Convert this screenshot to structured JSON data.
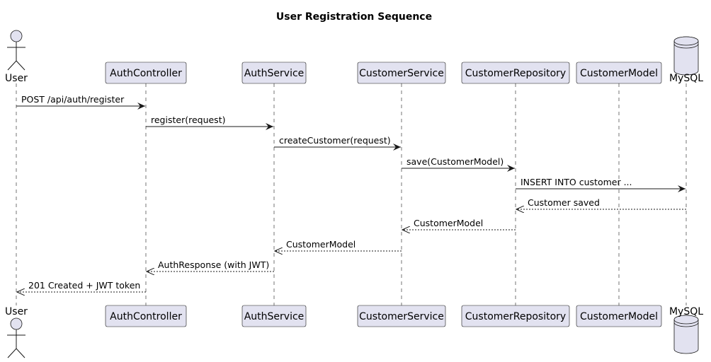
{
  "title": "User Registration Sequence",
  "participants": [
    {
      "id": "user",
      "name": "User",
      "kind": "actor"
    },
    {
      "id": "authcontroller",
      "name": "AuthController",
      "kind": "participant"
    },
    {
      "id": "authservice",
      "name": "AuthService",
      "kind": "participant"
    },
    {
      "id": "customerservice",
      "name": "CustomerService",
      "kind": "participant"
    },
    {
      "id": "customerrepository",
      "name": "CustomerRepository",
      "kind": "participant"
    },
    {
      "id": "customermodel",
      "name": "CustomerModel",
      "kind": "participant"
    },
    {
      "id": "mysql",
      "name": "MySQL",
      "kind": "database"
    }
  ],
  "messages": [
    {
      "from": 0,
      "to": 1,
      "label": "POST  /api/auth/register",
      "type": "call"
    },
    {
      "from": 1,
      "to": 2,
      "label": "register(request)",
      "type": "call"
    },
    {
      "from": 2,
      "to": 3,
      "label": "createCustomer(request)",
      "type": "call"
    },
    {
      "from": 3,
      "to": 4,
      "label": "save(CustomerModel)",
      "type": "call"
    },
    {
      "from": 4,
      "to": 6,
      "label": "INSERT INTO customer ...",
      "type": "call"
    },
    {
      "from": 6,
      "to": 4,
      "label": "Customer  saved",
      "type": "reply"
    },
    {
      "from": 4,
      "to": 3,
      "label": "CustomerModel",
      "type": "reply"
    },
    {
      "from": 3,
      "to": 2,
      "label": "CustomerModel",
      "type": "reply"
    },
    {
      "from": 2,
      "to": 1,
      "label": "AuthResponse (with JWT)",
      "type": "reply"
    },
    {
      "from": 1,
      "to": 0,
      "label": "201 Created + JWT token",
      "type": "reply"
    }
  ],
  "colors": {
    "participant_fill": "#E2E2F0",
    "line": "#181818"
  }
}
